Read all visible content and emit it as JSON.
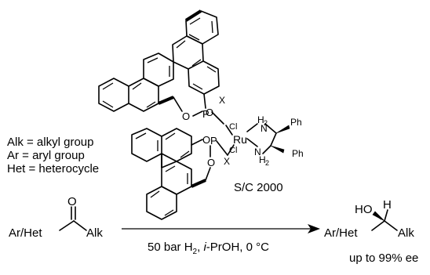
{
  "catalyst": {
    "metal": "Ru",
    "chloride_top": "Cl",
    "chloride_bottom": "Cl",
    "phosphorus_top": "P",
    "phosphorus_bottom": "P",
    "oxygen": "O",
    "substituent": "X",
    "amine": "N",
    "h2": "H",
    "h2_sub": "2",
    "phenyl": "Ph",
    "loading": "S/C 2000"
  },
  "legend": {
    "lines": [
      "Alk = alkyl group",
      "Ar = aryl group",
      "Het = heterocycle"
    ]
  },
  "reactant": {
    "left_group": "Ar/Het",
    "right_group": "Alk",
    "carbonyl_o": "O"
  },
  "conditions": {
    "pressure": "50 bar H",
    "h2_sub": "2",
    "sep": ", ",
    "solvent_prefix": "i",
    "solvent_rest": "-PrOH, 0 °C"
  },
  "product": {
    "hydroxyl": "HO",
    "hydrogen": "H",
    "left_group": "Ar/Het",
    "right_group": "Alk",
    "selectivity": "up to 99% ee"
  }
}
